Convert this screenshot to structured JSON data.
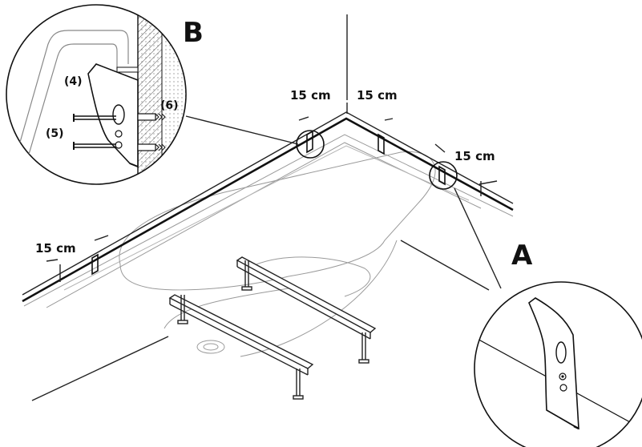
{
  "labels": {
    "callout_a": "A",
    "callout_b": "B",
    "part_4": "(4)",
    "part_5": "(5)",
    "part_6": "(6)"
  },
  "dimensions": {
    "wall_left_corner": "15 cm",
    "wall_right_corner": "15 cm",
    "wall_right_end": "15 cm",
    "wall_left_end": "15 cm"
  },
  "colors": {
    "line": "#111111",
    "faint_line": "#9a9a9a",
    "background": "#ffffff"
  }
}
